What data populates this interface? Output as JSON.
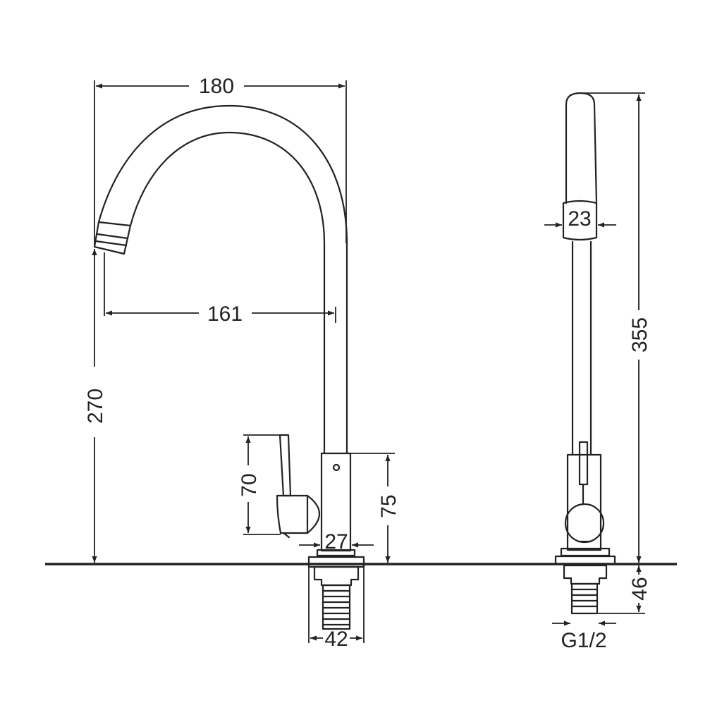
{
  "dimensions": {
    "overall_width": "180",
    "reach": "161",
    "spout_height": "270",
    "handle_height": "70",
    "body_height": "75",
    "body_diameter": "27",
    "base_diameter": "42",
    "spout_diameter": "23",
    "total_height": "355",
    "shank_length": "46",
    "thread": "G1/2"
  },
  "colors": {
    "line": "#222222",
    "background": "#ffffff"
  }
}
